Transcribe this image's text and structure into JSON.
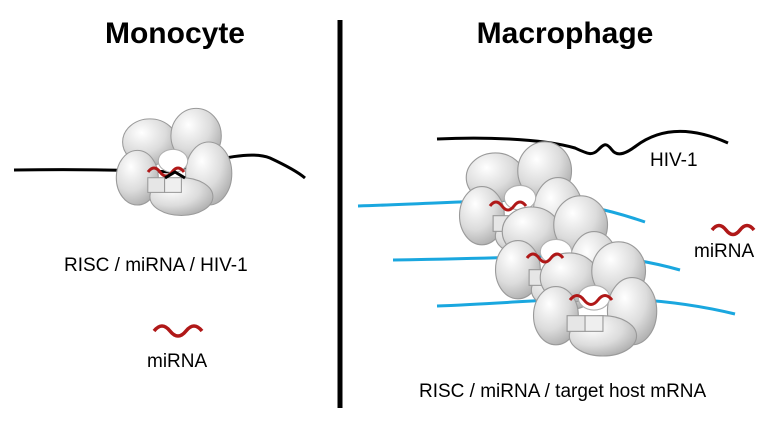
{
  "panels": {
    "left": {
      "title": "Monocyte",
      "complex_label": "RISC / miRNA / HIV-1",
      "free_mirna_label": "miRNA"
    },
    "right": {
      "title": "Macrophage",
      "viral_rna_label": "HIV-1",
      "free_mirna_label": "miRNA",
      "complex_label": "RISC / miRNA / target host mRNA"
    }
  },
  "colors": {
    "hiv_rna": "#000000",
    "host_mrna": "#1aa7df",
    "mirna": "#b01818",
    "risc_complex": "#d4d4d4",
    "divider": "#000000"
  },
  "icons": {
    "risc": "risc-complex-icon",
    "mirna": "mirna-icon"
  }
}
